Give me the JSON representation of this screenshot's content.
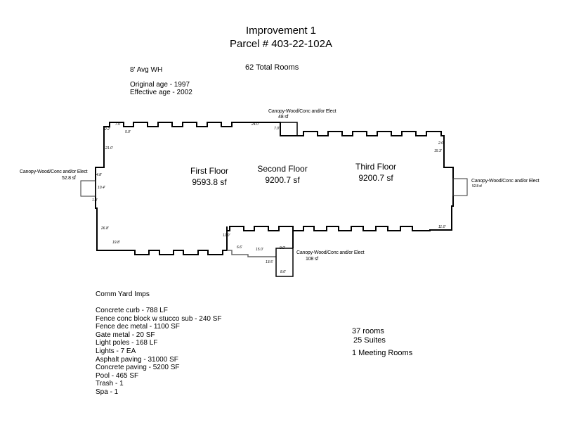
{
  "header": {
    "title": "Improvement 1",
    "parcel": "Parcel # 403-22-102A"
  },
  "notes": {
    "wall_height": "8' Avg WH",
    "original_age": "Original age - 1997",
    "effective_age": "Effective age - 2002",
    "total_rooms": "62 Total Rooms"
  },
  "floors": [
    {
      "name": "First Floor",
      "area": "9593.8 sf"
    },
    {
      "name": "Second Floor",
      "area": "9200.7 sf"
    },
    {
      "name": "Third Floor",
      "area": "9200.7 sf"
    }
  ],
  "canopies": [
    {
      "label": "Canopy-Wood/Conc and/or Elect",
      "area": "48 sf"
    },
    {
      "label": "Canopy-Wood/Conc and/or Elect",
      "area": "52.8 sf"
    },
    {
      "label": "Canopy-Wood/Conc and/or Elect",
      "area": "52.8 sf"
    },
    {
      "label": "Canopy-Wood/Conc and/or Elect",
      "area": "108 sf"
    }
  ],
  "dimensions": [
    "7.0'",
    "5.0'",
    "2.2'",
    "21.0'",
    "24.0'",
    "7.0'",
    "4.8'",
    "10.4'",
    "1.0'",
    "26.8'",
    "19.8'",
    "11.0'",
    "15.0'",
    "13.5'",
    "9.0'",
    "2.0'",
    "11.0'",
    "15.3'",
    "6.6'",
    "8.0'"
  ],
  "yard": {
    "title": "Comm Yard Imps",
    "items": [
      "Concrete curb - 788 LF",
      "Fence conc block w stucco sub - 240 SF",
      "Fence dec metal - 1100 SF",
      "Gate metal - 20 SF",
      "Light poles - 168 LF",
      "Lights - 7 EA",
      "Asphalt paving - 31000 SF",
      "Concrete paving - 5200 SF",
      "Pool - 465 SF",
      "Trash - 1",
      "Spa - 1"
    ]
  },
  "rooms": {
    "rooms": "37 rooms",
    "suites": "25 Suites",
    "meeting": "1 Meeting Rooms"
  }
}
